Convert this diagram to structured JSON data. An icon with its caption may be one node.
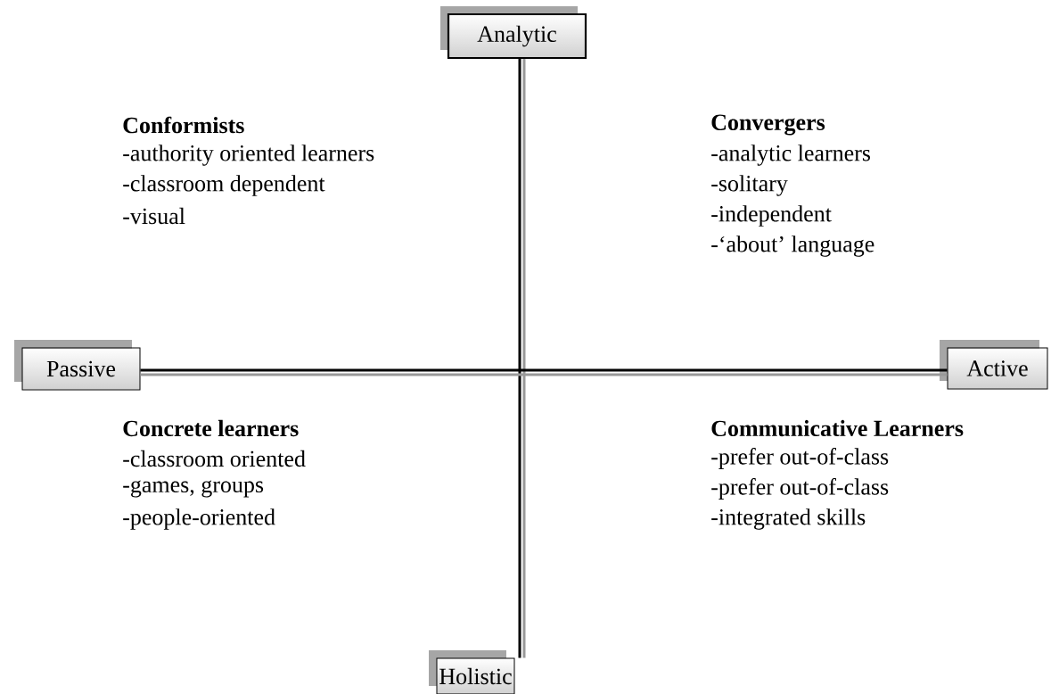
{
  "diagram": {
    "nodes": [
      {
        "text": [
          "Analytic"
        ]
      },
      {
        "text": [
          "Passive"
        ]
      },
      {
        "text": [
          "Active"
        ]
      },
      {
        "text": [
          "Holistic"
        ]
      }
    ],
    "edges": [
      {
        "from": 0,
        "to": 3,
        "arrow": "none"
      },
      {
        "from": 1,
        "to": 2,
        "arrow": "none"
      }
    ],
    "labels": [
      "Conformists",
      "-authority oriented learners",
      "-classroom dependent",
      "-visual",
      "Convergers",
      "-analytic learners",
      "-solitary",
      "-independent",
      "-‘about’ language",
      "Concrete learners",
      "-classroom oriented",
      "-games, groups",
      "-people-oriented",
      "Communicative Learners",
      "-prefer out-of-class",
      "-prefer out-of-class",
      "-integrated skills"
    ]
  }
}
